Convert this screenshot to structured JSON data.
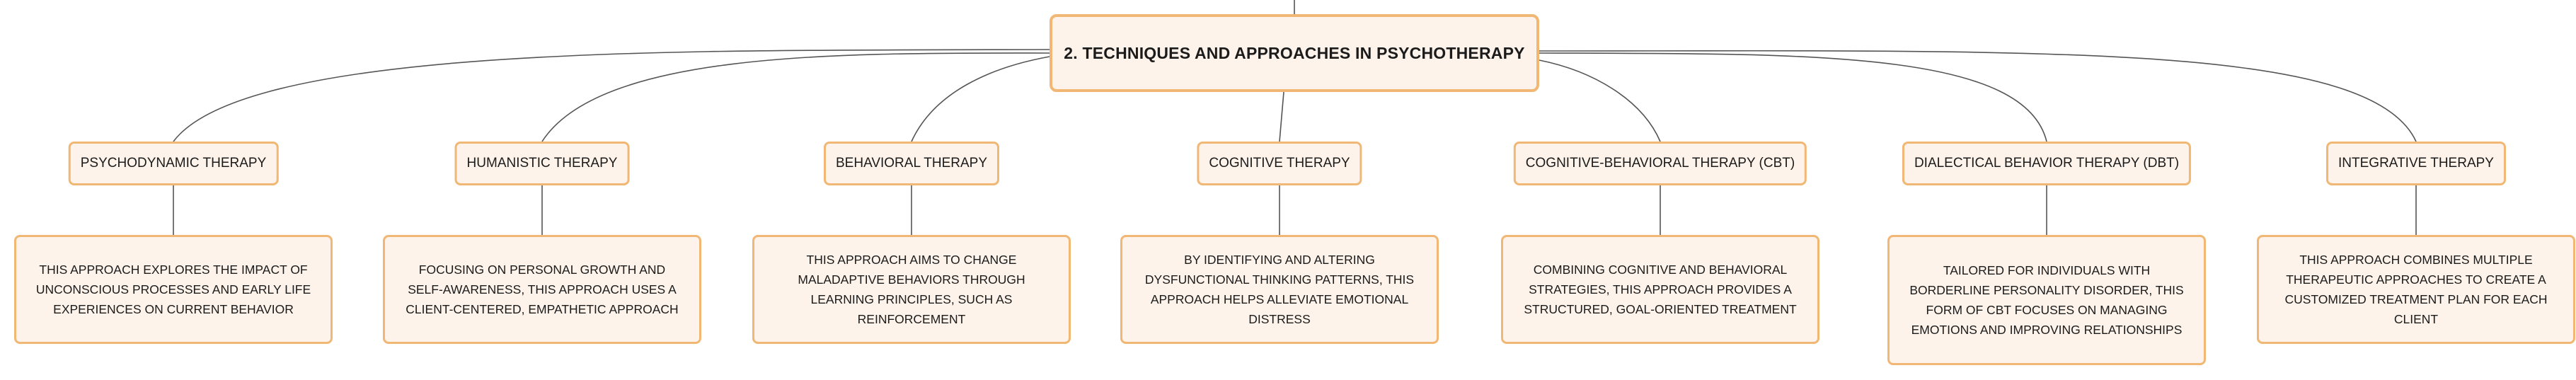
{
  "diagram": {
    "root": {
      "label": "2. TECHNIQUES AND APPROACHES IN PSYCHOTHERAPY"
    },
    "branches": [
      {
        "label": "PSYCHODYNAMIC THERAPY",
        "description": "THIS APPROACH EXPLORES THE IMPACT OF UNCONSCIOUS PROCESSES AND EARLY LIFE EXPERIENCES ON CURRENT BEHAVIOR"
      },
      {
        "label": "HUMANISTIC THERAPY",
        "description": "FOCUSING ON PERSONAL GROWTH AND SELF-AWARENESS, THIS APPROACH USES A CLIENT-CENTERED, EMPATHETIC APPROACH"
      },
      {
        "label": "BEHAVIORAL THERAPY",
        "description": "THIS APPROACH AIMS TO CHANGE MALADAPTIVE BEHAVIORS THROUGH LEARNING PRINCIPLES, SUCH AS REINFORCEMENT"
      },
      {
        "label": "COGNITIVE THERAPY",
        "description": "BY IDENTIFYING AND ALTERING DYSFUNCTIONAL THINKING PATTERNS, THIS APPROACH HELPS ALLEVIATE EMOTIONAL DISTRESS"
      },
      {
        "label": "COGNITIVE-BEHAVIORAL THERAPY (CBT)",
        "description": "COMBINING COGNITIVE AND BEHAVIORAL STRATEGIES, THIS APPROACH PROVIDES A STRUCTURED, GOAL-ORIENTED TREATMENT"
      },
      {
        "label": "DIALECTICAL BEHAVIOR THERAPY (DBT)",
        "description": "TAILORED FOR INDIVIDUALS WITH BORDERLINE PERSONALITY DISORDER, THIS FORM OF CBT FOCUSES ON MANAGING EMOTIONS AND IMPROVING RELATIONSHIPS"
      },
      {
        "label": "INTEGRATIVE THERAPY",
        "description": "THIS APPROACH COMBINES MULTIPLE THERAPEUTIC APPROACHES TO CREATE A CUSTOMIZED TREATMENT PLAN FOR EACH CLIENT"
      }
    ]
  },
  "colors": {
    "node_fill": "#fdf3ea",
    "node_border": "#f1b774",
    "connector": "#555555",
    "text": "#1b1b1b"
  }
}
